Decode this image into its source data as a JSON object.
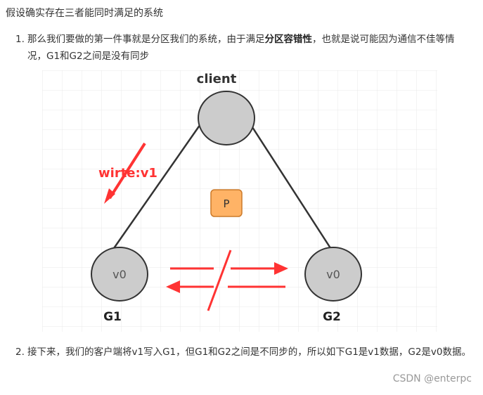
{
  "intro": "假设确实存在三者能同时满足的系统",
  "list": [
    {
      "number": "1.",
      "text_before": "那么我们要做的第一件事就是分区我们的系统，由于满足",
      "text_bold": "分区容错性",
      "text_after": "，也就是说可能因为通信不佳等情况，G1和G2之间是没有同步"
    },
    {
      "number": "2.",
      "text": "接下来，我们的客户端将v1写入G1，但G1和G2之间是不同步的，所以如下G1是v1数据，G2是v0数据。"
    }
  ],
  "diagram": {
    "client_label": "client",
    "write_label": "wirte:v1",
    "partition_label": "P",
    "g1_value": "v0",
    "g2_value": "v0",
    "g1_label": "G1",
    "g2_label": "G2",
    "colors": {
      "node_fill": "#cccccc",
      "node_stroke": "#333333",
      "arrow_red": "#ff3333",
      "partition_fill": "#ffb366",
      "partition_stroke": "#cc7a29",
      "grid": "#e8e8e8"
    }
  },
  "watermark": "CSDN @enterpc"
}
